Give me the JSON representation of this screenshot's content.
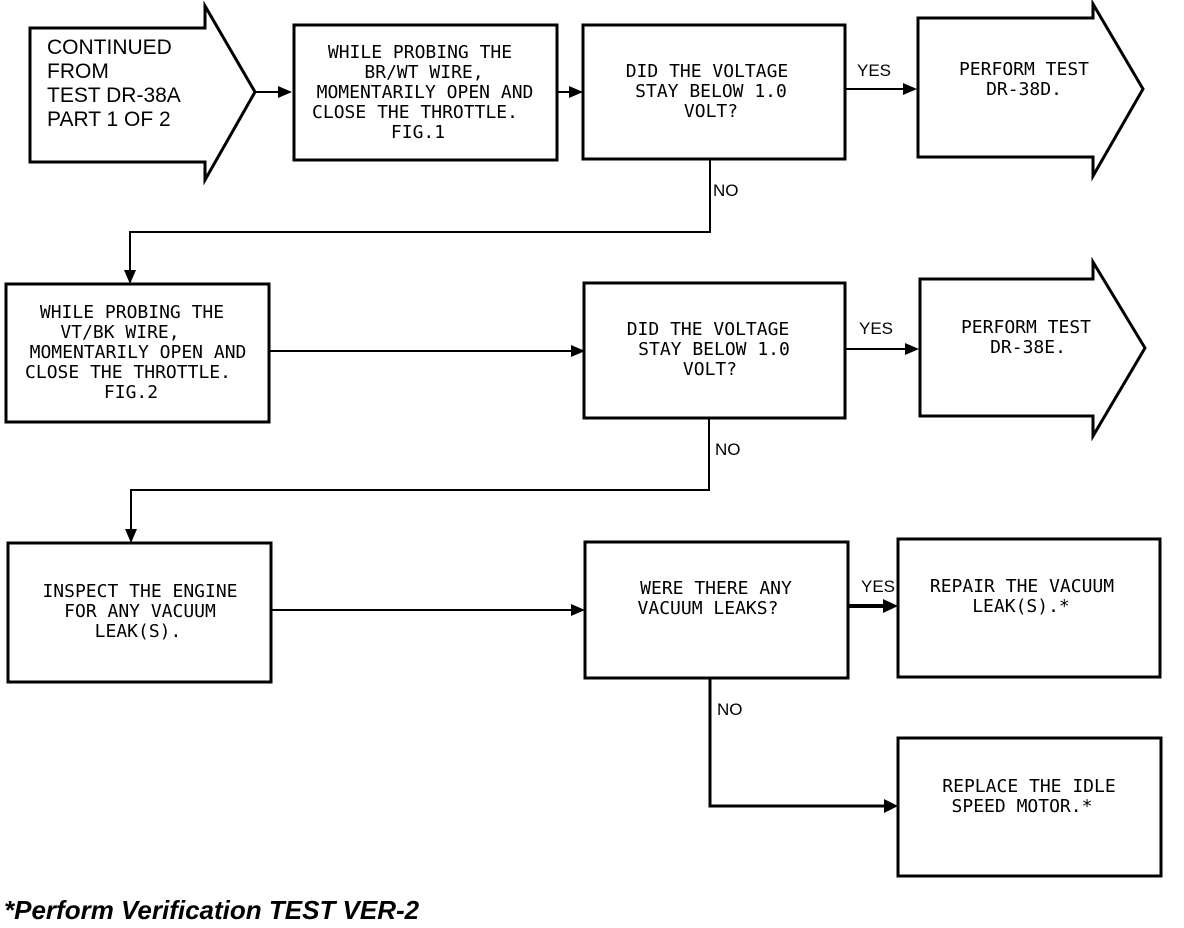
{
  "continued": {
    "lines": [
      "CONTINUED",
      "FROM",
      "TEST DR-38A",
      "PART 1 OF 2"
    ]
  },
  "steps": {
    "probe_br_wt": [
      "WHILE PROBING THE",
      "BR/WT WIRE,",
      "MOMENTARILY OPEN AND",
      "CLOSE THE THROTTLE.",
      "FIG.1"
    ],
    "probe_vt_bk": [
      "WHILE PROBING THE",
      "VT/BK WIRE,",
      "MOMENTARILY OPEN AND",
      "CLOSE THE THROTTLE.",
      "FIG.2"
    ],
    "inspect_engine": [
      "INSPECT THE ENGINE",
      "FOR ANY VACUUM",
      "LEAK(S)."
    ]
  },
  "decisions": {
    "voltage_1": [
      "DID THE VOLTAGE",
      "STAY BELOW 1.0",
      "VOLT?"
    ],
    "voltage_2": [
      "DID THE VOLTAGE",
      "STAY BELOW 1.0",
      "VOLT?"
    ],
    "vacuum_leaks": [
      "WERE THERE ANY",
      "VACUUM LEAKS?"
    ]
  },
  "outcomes": {
    "test_38d": [
      "PERFORM TEST",
      "DR-38D."
    ],
    "test_38e": [
      "PERFORM TEST",
      "DR-38E."
    ],
    "repair_vacuum": [
      "REPAIR THE VACUUM",
      "LEAK(S).*"
    ],
    "replace_motor": [
      "REPLACE THE IDLE",
      "SPEED MOTOR.*"
    ]
  },
  "branch_labels": {
    "yes": "YES",
    "no": "NO"
  },
  "footnote": "*Perform Verification TEST VER-2"
}
